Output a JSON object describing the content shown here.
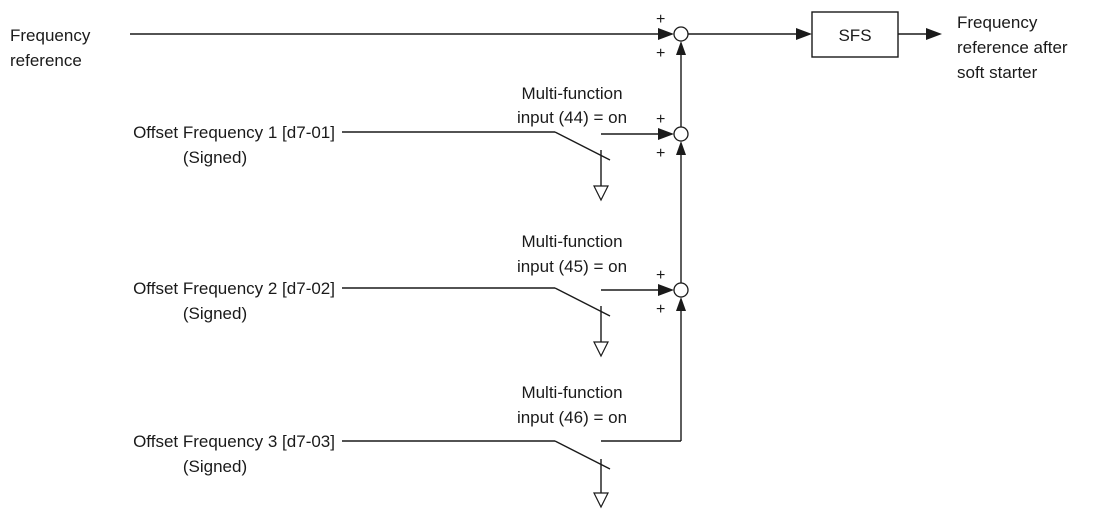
{
  "inputs": {
    "freq_ref_line1": "Frequency",
    "freq_ref_line2": "reference",
    "offset1_label": "Offset Frequency 1 [d7-01]",
    "offset1_signed": "(Signed)",
    "offset2_label": "Offset Frequency 2 [d7-02]",
    "offset2_signed": "(Signed)",
    "offset3_label": "Offset Frequency 3 [d7-03]",
    "offset3_signed": "(Signed)"
  },
  "switches": {
    "sw1_line1": "Multi-function",
    "sw1_line2": "input (44) = on",
    "sw2_line1": "Multi-function",
    "sw2_line2": "input (45) = on",
    "sw3_line1": "Multi-function",
    "sw3_line2": "input (46) = on"
  },
  "block": {
    "sfs_label": "SFS"
  },
  "output": {
    "line1": "Frequency",
    "line2": "reference after",
    "line3": "soft starter"
  },
  "signs": {
    "plus": "+"
  }
}
